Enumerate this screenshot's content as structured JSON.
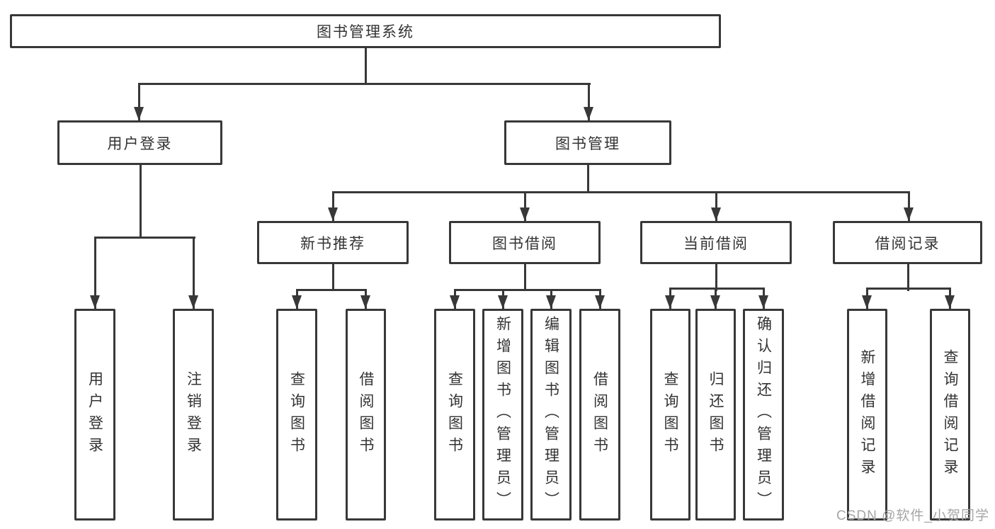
{
  "palette": {
    "line": "#383838",
    "box_border": "#383838",
    "box_background": "#ffffff",
    "text": "#333333",
    "watermark": "#a6a6a6",
    "page_background": "#ffffff"
  },
  "diagram_title": "图书管理系统",
  "tree": {
    "root": {
      "label": "图书管理系统",
      "children": [
        {
          "label": "用户登录",
          "children": [
            {
              "label": "用户登录"
            },
            {
              "label": "注销登录"
            }
          ]
        },
        {
          "label": "图书管理",
          "children": [
            {
              "label": "新书推荐",
              "children": [
                {
                  "label": "查询图书"
                },
                {
                  "label": "借阅图书"
                }
              ]
            },
            {
              "label": "图书借阅",
              "children": [
                {
                  "label": "查询图书"
                },
                {
                  "label": "新增图书（管理员）"
                },
                {
                  "label": "编辑图书（管理员）"
                },
                {
                  "label": "借阅图书"
                }
              ]
            },
            {
              "label": "当前借阅",
              "children": [
                {
                  "label": "查询图书"
                },
                {
                  "label": "归还图书"
                },
                {
                  "label": "确认归还（管理员）"
                }
              ]
            },
            {
              "label": "借阅记录",
              "children": [
                {
                  "label": "新增借阅记录"
                },
                {
                  "label": "查询借阅记录"
                }
              ]
            }
          ]
        }
      ]
    }
  },
  "watermark": {
    "text": "CSDN @软件_小贺同学"
  }
}
